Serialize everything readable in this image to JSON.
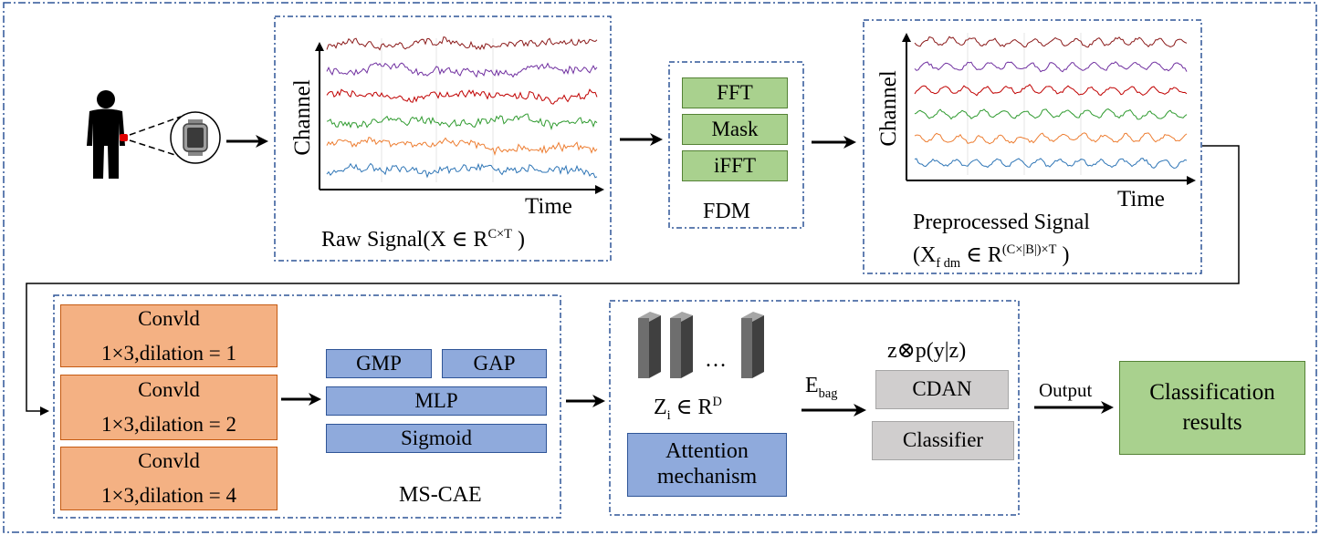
{
  "raw_panel": {
    "y_axis": "Channel",
    "x_axis": "Time",
    "caption": "Raw Signal(X ∈ R",
    "caption_sup": "C×T",
    "caption_end": " )"
  },
  "fdm": {
    "steps": [
      "FFT",
      "Mask",
      "iFFT"
    ],
    "caption": "FDM"
  },
  "pre_panel": {
    "y_axis": "Channel",
    "x_axis": "Time",
    "caption_line1": "Preprocessed  Signal",
    "caption_open": "(X",
    "caption_sub": "f dm",
    "caption_mid": " ∈ R",
    "caption_sup": "(C×|B|)×T",
    "caption_end": "  )"
  },
  "mscae": {
    "convs": [
      {
        "name": "Convld",
        "spec": "1×3,dilation = 1"
      },
      {
        "name": "Convld",
        "spec": "1×3,dilation = 2"
      },
      {
        "name": "Convld",
        "spec": "1×3,dilation = 4"
      }
    ],
    "gmp": "GMP",
    "gap": "GAP",
    "mlp": "MLP",
    "sigmoid": "Sigmoid",
    "caption": "MS-CAE"
  },
  "attention": {
    "ellipsis": "…",
    "z_base": "Z",
    "z_sub": "i",
    "z_mid": " ∈ R",
    "z_sup": "D",
    "mechanism": "Attention mechanism"
  },
  "e_bag": {
    "base": "E",
    "sub": "bag"
  },
  "head": {
    "formula": "z⊗p(y|z)",
    "cdan": "CDAN",
    "classifier": "Classifier"
  },
  "output_label": "Output",
  "result": "Classification results",
  "colors": {
    "frame": "#2f5597",
    "orange": "#f4b183",
    "green": "#a9d18e",
    "blue": "#8faadc",
    "gray": "#d0cece",
    "signal_colors": [
      "#8b1a1a",
      "#7030a0",
      "#c00000",
      "#2e9a2e",
      "#ed7d31",
      "#2e75b6"
    ]
  },
  "icons": [
    "person-icon",
    "smartwatch-icon",
    "cube-feature-icon"
  ]
}
